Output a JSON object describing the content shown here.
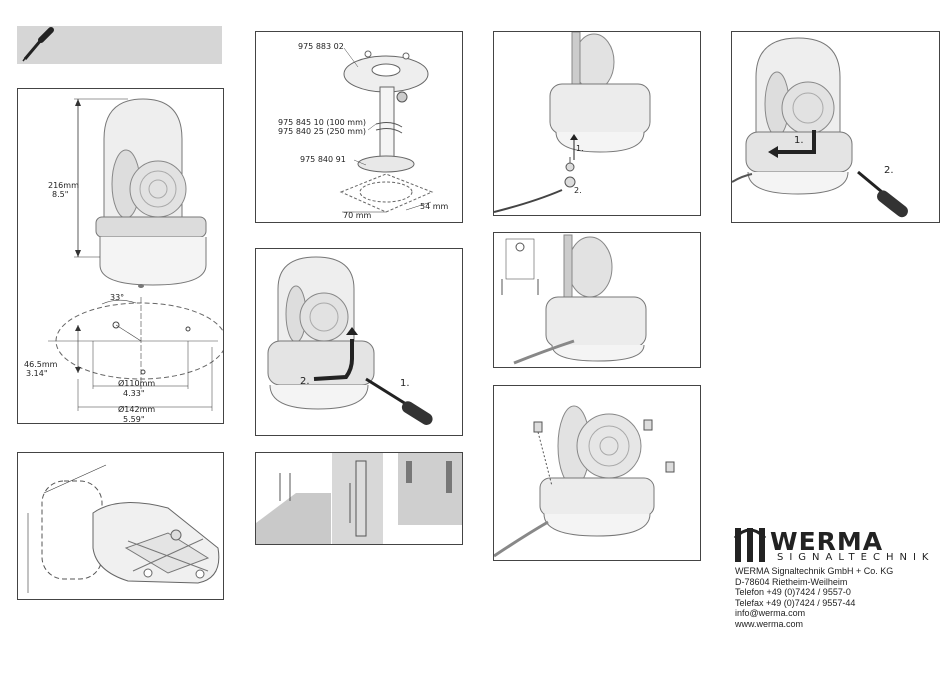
{
  "brand": {
    "name": "WERMA",
    "subtitle": "SIGNALTECHNIK"
  },
  "address": [
    "WERMA Signaltechnik GmbH + Co. KG",
    "D-78604 Rietheim-Weilheim",
    "Telefon +49 (0)7424 / 9557-0",
    "Telefax +49 (0)7424 / 9557-44",
    "info@werma.com",
    "www.werma.com"
  ],
  "dimensions": {
    "height_mm": "216mm",
    "height_in": "8.5\"",
    "angle": "33°",
    "offset_mm": "46.5mm",
    "offset_in": "3.14\"",
    "hole_dia_mm": "Ø110mm",
    "hole_dia_in": "4.33\"",
    "base_dia_mm": "Ø142mm",
    "base_dia_in": "5.59\""
  },
  "accessories": {
    "bracket": "975 883 02",
    "tube_100": "975 845 10 (100 mm)",
    "tube_250": "975 840 25 (250 mm)",
    "base_plate": "975 840 91",
    "width_70": "70 mm",
    "width_54": "54 mm"
  },
  "steps": {
    "one": "1.",
    "two": "2."
  }
}
